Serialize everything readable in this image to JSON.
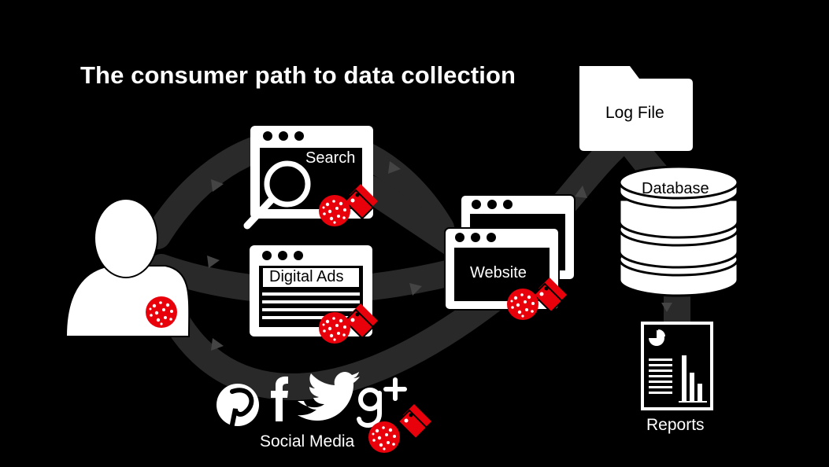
{
  "title": "The consumer path to data collection",
  "nodes": {
    "search": "Search",
    "digital_ads": "Digital Ads",
    "website": "Website",
    "log_file": "Log File",
    "database": "Database",
    "reports": "Reports",
    "social_media": "Social Media"
  },
  "social_icons": [
    "pinterest-icon",
    "facebook-icon",
    "twitter-icon",
    "google-plus-icon"
  ],
  "colors": {
    "background": "#000000",
    "flow": "#2a2a2a",
    "icon": "#ffffff",
    "cookie": "#e8000b",
    "tag": "#e8000b"
  }
}
